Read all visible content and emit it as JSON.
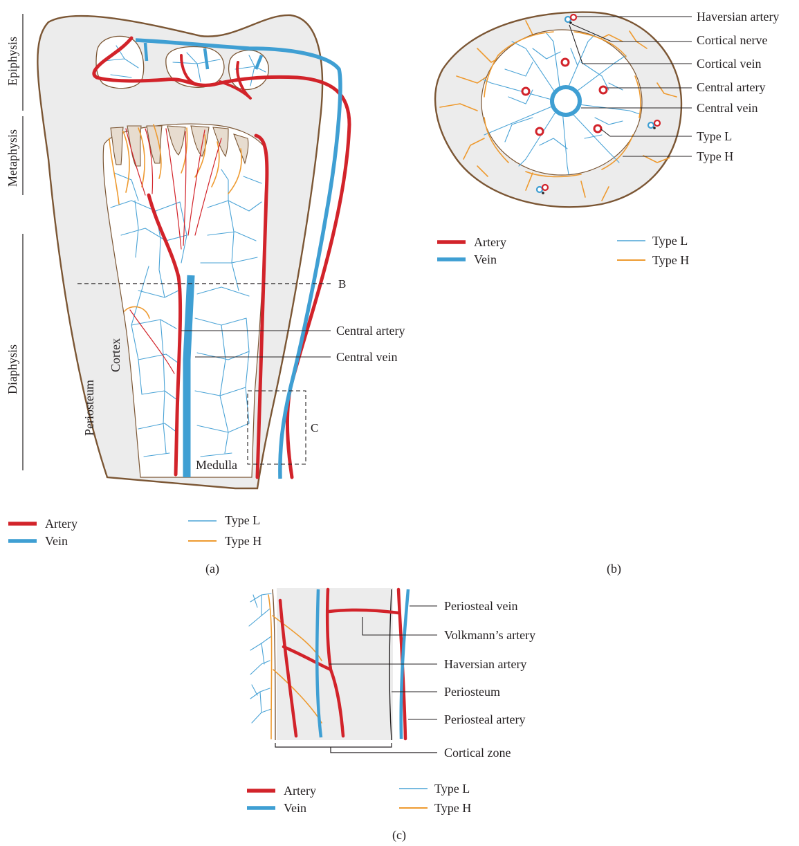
{
  "colors": {
    "artery": "#d2232a",
    "vein": "#3f9fd3",
    "type_l": "#4aa3d6",
    "type_h": "#ee9a2f",
    "bone_fill": "#ececec",
    "outline": "#7b5634"
  },
  "panel_a": {
    "caption": "(a)",
    "regions": {
      "epiphysis": "Epiphysis",
      "metaphysis": "Metaphysis",
      "diaphysis": "Diaphysis"
    },
    "tissue_labels": {
      "periosteum": "Periosteum",
      "cortex": "Cortex",
      "medulla": "Medulla"
    },
    "callouts": {
      "central_artery": "Central artery",
      "central_vein": "Central vein"
    },
    "section_markers": {
      "b": "B",
      "c": "C"
    },
    "legend": {
      "artery": "Artery",
      "vein": "Vein",
      "type_l": "Type L",
      "type_h": "Type H"
    }
  },
  "panel_b": {
    "caption": "(b)",
    "callouts": {
      "haversian_artery": "Haversian artery",
      "cortical_nerve": "Cortical nerve",
      "cortical_vein": "Cortical vein",
      "central_artery": "Central artery",
      "central_vein": "Central vein",
      "type_l": "Type L",
      "type_h": "Type H"
    },
    "legend": {
      "artery": "Artery",
      "vein": "Vein",
      "type_l": "Type L",
      "type_h": "Type H"
    }
  },
  "panel_c": {
    "caption": "(c)",
    "callouts": {
      "periosteal_vein": "Periosteal vein",
      "volkmanns_artery": "Volkmann’s artery",
      "haversian_artery": "Haversian artery",
      "periosteum": "Periosteum",
      "periosteal_artery": "Periosteal artery",
      "cortical_zone": "Cortical zone"
    },
    "legend": {
      "artery": "Artery",
      "vein": "Vein",
      "type_l": "Type L",
      "type_h": "Type H"
    }
  }
}
